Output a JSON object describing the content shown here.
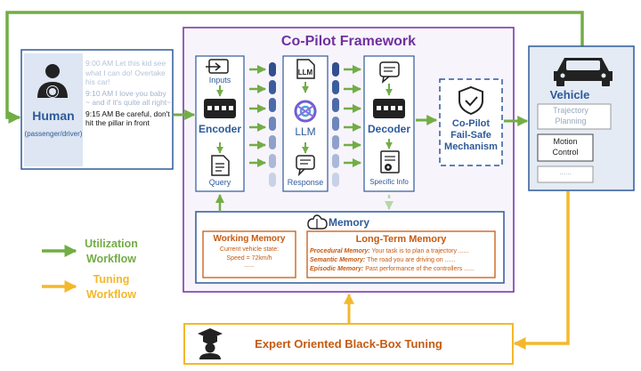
{
  "framework": {
    "title": "Co-Pilot Framework"
  },
  "human": {
    "title": "Human",
    "subtitle": "(passenger/driver)",
    "messages": [
      "9:00 AM Let this kid see what I can do! Overtake his car!",
      "9:10 AM I love you baby ~ and if it's quite all right~",
      "9:15 AM Be careful, don't hit the pillar in front"
    ]
  },
  "encoder": {
    "inputs_label": "Inputs",
    "title": "Encoder",
    "query_label": "Query"
  },
  "llm": {
    "title": "LLM",
    "response_label": "Response"
  },
  "decoder": {
    "title": "Decoder",
    "specific_label": "Specific Info"
  },
  "failsafe": {
    "line1": "Co-Pilot",
    "line2": "Fail-Safe",
    "line3": "Mechanism"
  },
  "vehicle": {
    "title": "Vehicle",
    "items": [
      "Trajectory Planning",
      "Motion Control",
      "......"
    ]
  },
  "memory": {
    "title": "Memory",
    "working": {
      "title": "Working Memory",
      "line1": "Current vehicle state:",
      "line2": "Speed = 72km/h",
      "line3": "......"
    },
    "long_term": {
      "title": "Long-Term Memory",
      "rows": [
        {
          "key": "Procedural Memory:",
          "text": "Your task is to plan a trajectory ......"
        },
        {
          "key": "Semantic Memory:",
          "text": "The road you are driving on ......"
        },
        {
          "key": "Episodic Memory:",
          "text": "Past performance of the controllers ......"
        }
      ]
    }
  },
  "legend": {
    "utilization": "Utilization Workflow",
    "tuning": "Tuning Workflow"
  },
  "tuning": {
    "title": "Expert Oriented Black-Box Tuning"
  },
  "colors": {
    "green": "#72ad45",
    "yellow": "#f3b82b",
    "purple": "#7030a0",
    "blue": "#2e5a99",
    "orange": "#c55a11"
  }
}
